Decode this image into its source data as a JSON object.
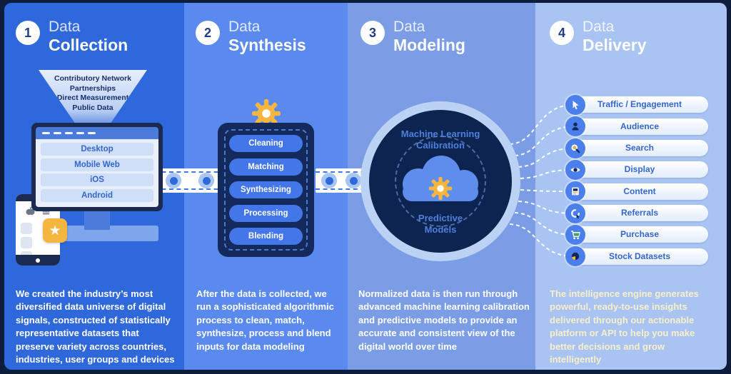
{
  "steps": [
    {
      "number": "1",
      "title_line1": "Data",
      "title_line2": "Collection",
      "description": "We created the industry’s most diversified data universe of digital signals, constructed of statistically representative datasets that preserve variety across countries, industries, user groups and devices"
    },
    {
      "number": "2",
      "title_line1": "Data",
      "title_line2": "Synthesis",
      "description": "After the data is collected, we run a sophisticated algorithmic process to clean, match, synthesize, process and blend inputs for data modeling"
    },
    {
      "number": "3",
      "title_line1": "Data",
      "title_line2": "Modeling",
      "description": "Normalized data is then run through advanced machine learning calibration and predictive models to provide an accurate and consistent view of the digital world over time"
    },
    {
      "number": "4",
      "title_line1": "Data",
      "title_line2": "Delivery",
      "description": "The intelligence engine generates powerful, ready-to-use insights delivered through our actionable platform or API to help you make better decisions and grow intelligently"
    }
  ],
  "collection": {
    "funnel_sources": [
      "Contributory Network",
      "Partnerships",
      "Direct Measurement",
      "Public Data"
    ],
    "platforms": [
      "Desktop",
      "Mobile Web",
      "iOS",
      "Android"
    ],
    "star_glyph": "★"
  },
  "synthesis": {
    "processes": [
      "Cleaning",
      "Matching",
      "Synthesizing",
      "Processing",
      "Blending"
    ]
  },
  "modeling": {
    "top_label": "Machine Learning Calibration",
    "bottom_label": "Predictive Models"
  },
  "delivery": {
    "outputs": [
      {
        "label": "Traffic / Engagement",
        "icon": "cursor-icon"
      },
      {
        "label": "Audience",
        "icon": "person-icon"
      },
      {
        "label": "Search",
        "icon": "magnifier-icon"
      },
      {
        "label": "Display",
        "icon": "eye-icon"
      },
      {
        "label": "Content",
        "icon": "article-icon"
      },
      {
        "label": "Referrals",
        "icon": "referral-arrow-icon"
      },
      {
        "label": "Purchase",
        "icon": "cart-icon"
      },
      {
        "label": "Stock Datasets",
        "icon": "pie-chart-icon"
      }
    ]
  },
  "colors": {
    "frame": "#0F1D3C",
    "col1_bg": "#2F68DB",
    "col2_bg": "#5A8AEE",
    "col3_bg": "#7B9DE6",
    "col4_bg": "#A9C4F2",
    "navy": "#13265A",
    "accent_yellow": "#F4B63F",
    "pill_blue": "#4377E9",
    "delivery_text": "#3466CE",
    "delivery_desc_text": "#F9EFC9"
  }
}
